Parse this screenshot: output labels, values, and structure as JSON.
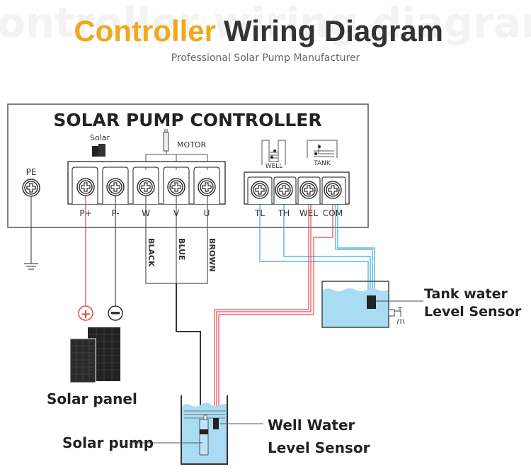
{
  "header": {
    "watermark": "Controller wiring diagram",
    "title_accent": "Controller",
    "title_rest": "Wiring Diagram",
    "subtitle": "Professional Solar Pump Manufacturer",
    "accent_color": "#f0a81c",
    "dark_color": "#333333"
  },
  "controller": {
    "title": "SOLAR PUMP CONTROLLER",
    "solar_label": "Solar",
    "motor_label": "MOTOR",
    "pe_label": "PE",
    "well_icon_label": "WELL",
    "tank_icon_label": "TANK",
    "left_terminals": [
      "P+",
      "P-",
      "W",
      "V",
      "U"
    ],
    "right_terminals": [
      "TL",
      "TH",
      "WEL",
      "COM"
    ]
  },
  "wires": {
    "motor_colors": [
      "BLACK",
      "BLUE",
      "BROWN"
    ],
    "red_color": "#e8474f",
    "blue_color": "#3aa8e0"
  },
  "components": {
    "solar_panel": "Solar panel",
    "solar_pump": "Solar pump",
    "well_sensor_line1": "Well Water",
    "well_sensor_line2": "Level Sensor",
    "tank_sensor_line1": "Tank water",
    "tank_sensor_line2": "Level Sensor",
    "water_color": "#a9dcf3",
    "plus_symbol": "+",
    "minus_symbol": "−"
  }
}
